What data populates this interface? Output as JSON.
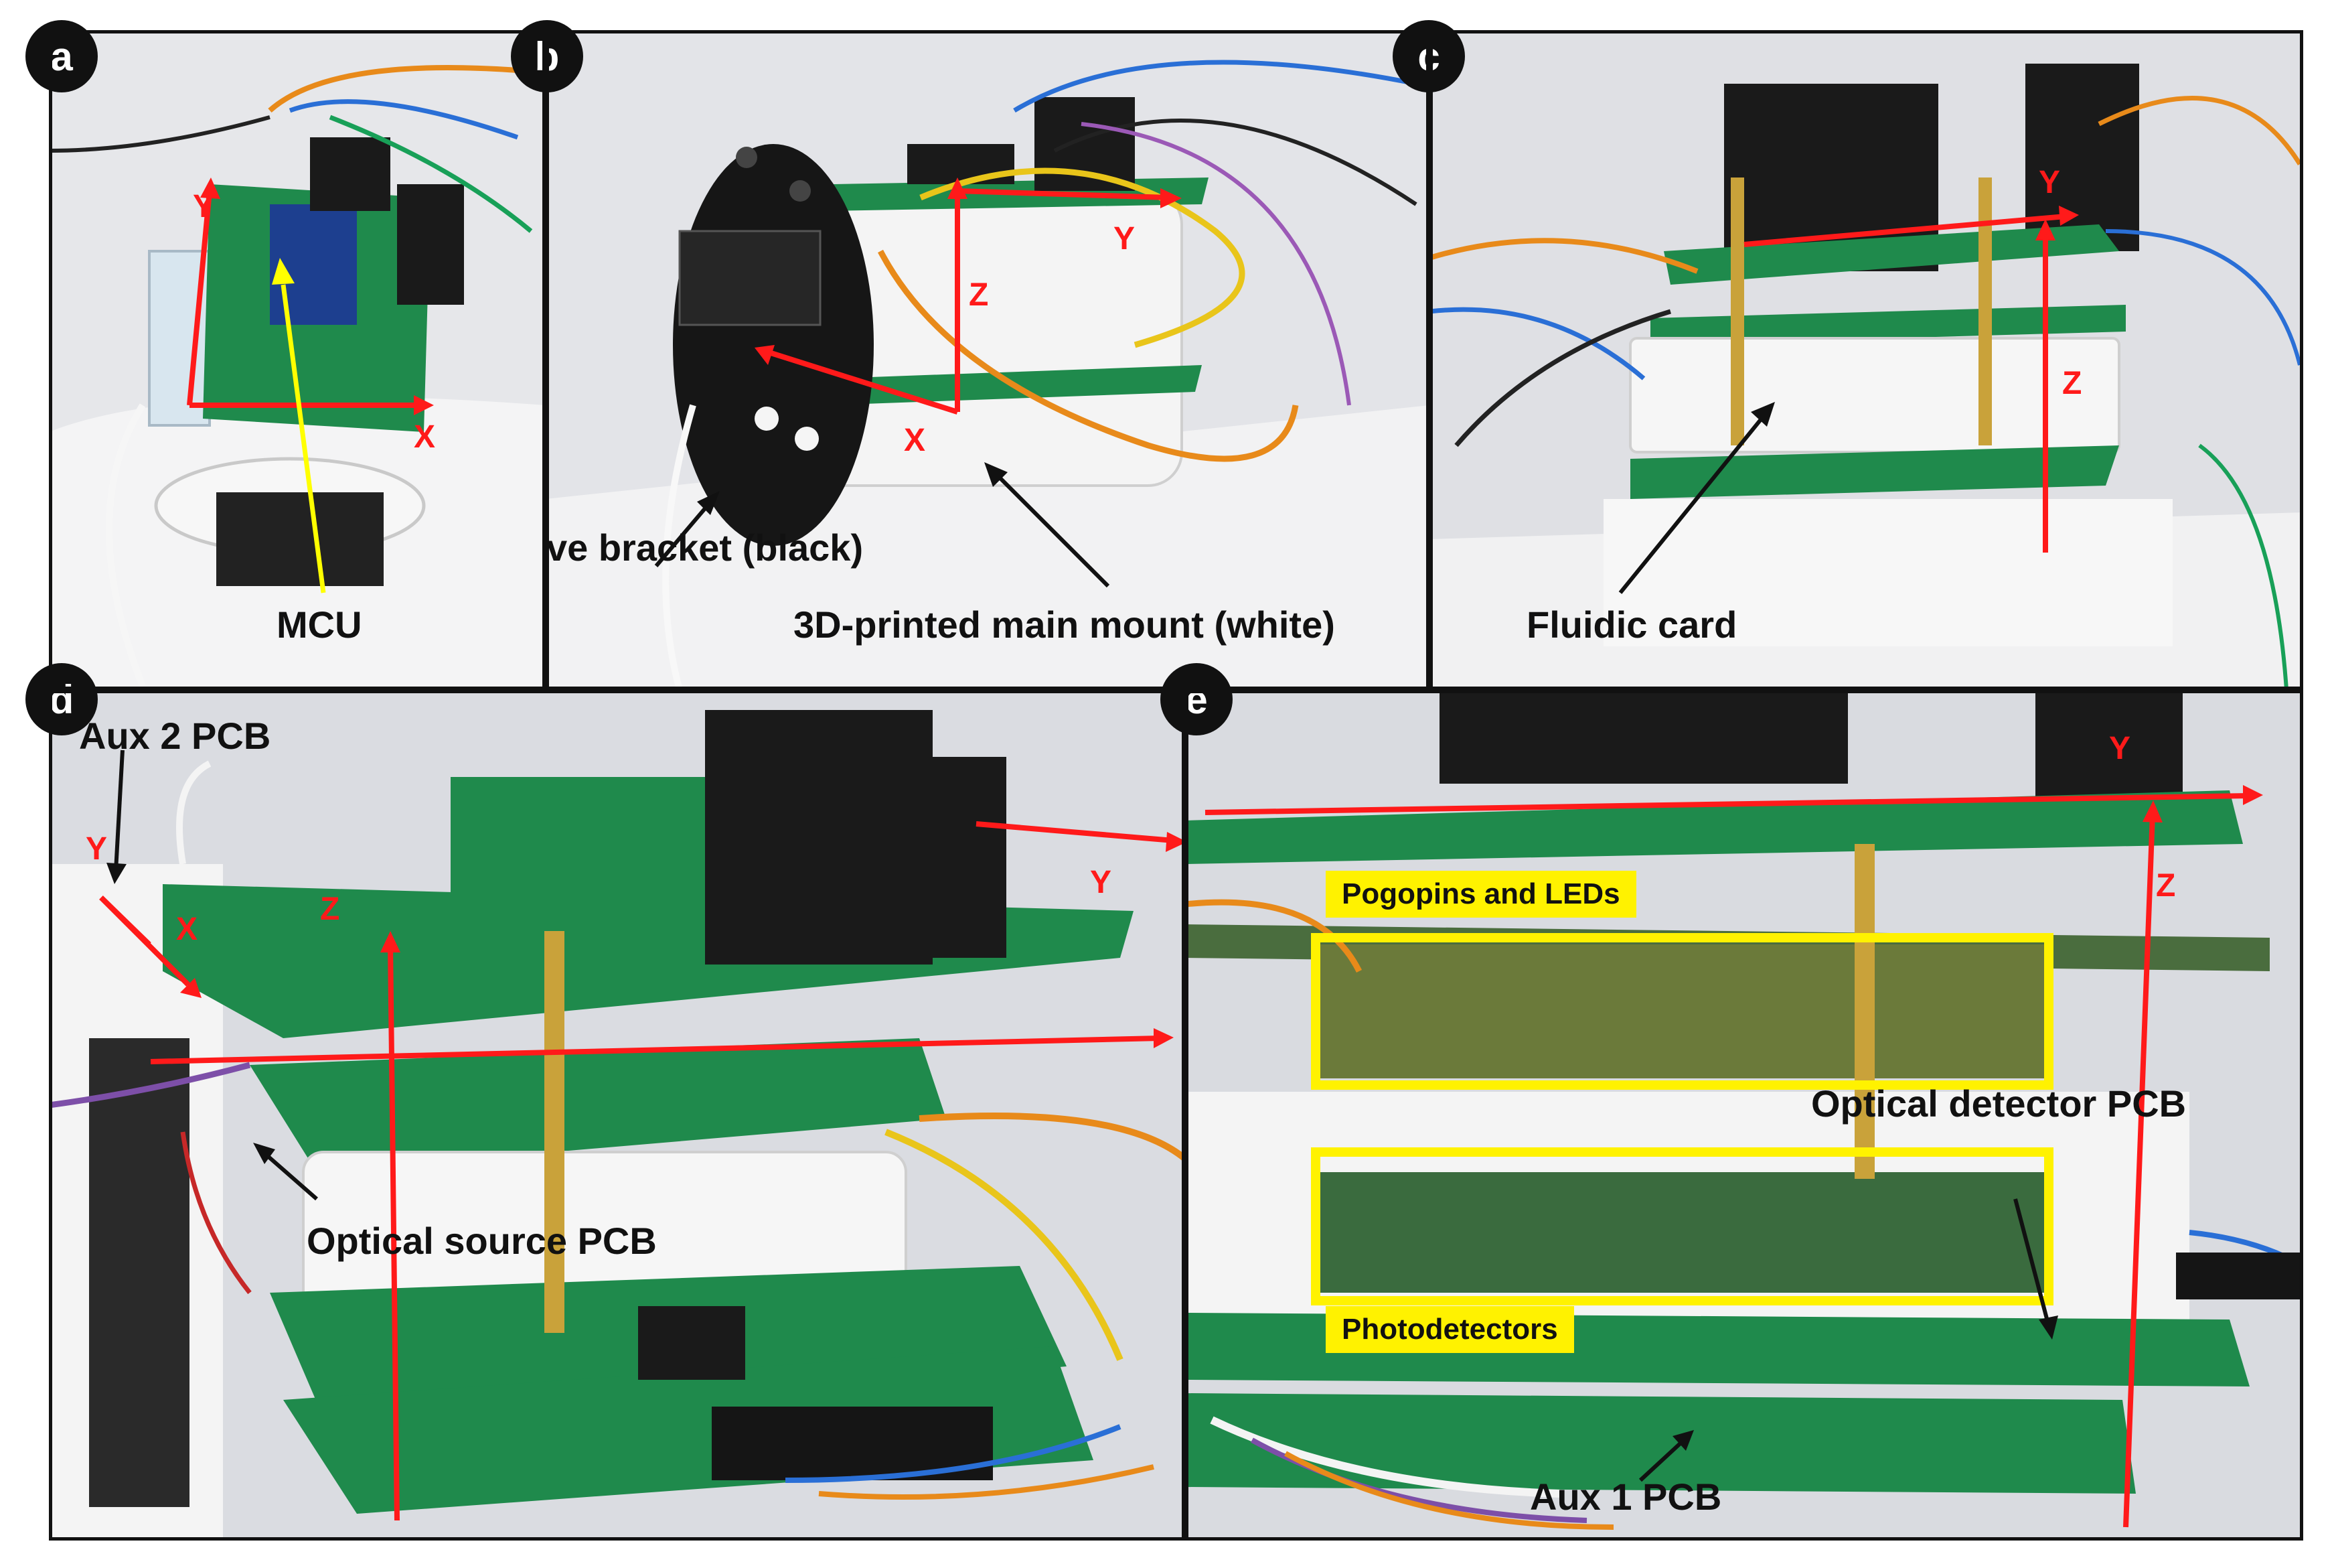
{
  "panels": {
    "a": {
      "badge": "a",
      "labels": {
        "mcu": "MCU"
      },
      "axes": {
        "x": "X",
        "y": "Y"
      }
    },
    "b": {
      "badge": "b",
      "labels": {
        "valve": "Valve bracket (black)",
        "mount": "3D-printed main mount (white)"
      },
      "axes": {
        "x": "X",
        "y": "Y",
        "z": "Z"
      }
    },
    "c": {
      "badge": "c",
      "labels": {
        "fluidic": "Fluidic card"
      },
      "axes": {
        "y": "Y",
        "z": "Z"
      }
    },
    "d": {
      "badge": "d",
      "labels": {
        "aux2": "Aux 2 PCB",
        "source": "Optical source PCB"
      },
      "axes": {
        "x": "X",
        "y": "Y",
        "z": "Z",
        "y2": "Y"
      }
    },
    "e": {
      "badge": "e",
      "labels": {
        "pogo": "Pogopins and LEDs",
        "photo": "Photodetectors",
        "detector": "Optical detector PCB",
        "aux1": "Aux 1 PCB"
      },
      "axes": {
        "y": "Y",
        "z": "Z"
      }
    }
  },
  "colors": {
    "axis": "#ff1a1a",
    "pointer": "#ffff00",
    "highlight": "#fff200",
    "pcb": "#1f8a4c",
    "mount": "#f2f2f2"
  }
}
